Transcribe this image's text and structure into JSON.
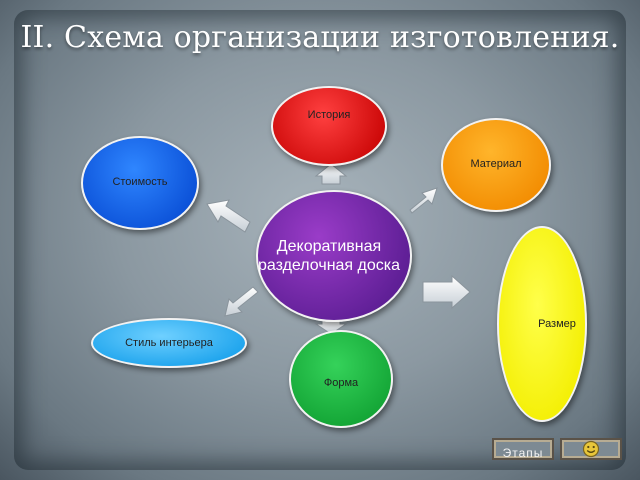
{
  "title": "II. Схема организации изготовления.",
  "center": {
    "label": "Декоративная разделочная доска"
  },
  "nodes": {
    "history": "История",
    "material": "Материал",
    "cost": "Стоимость",
    "size": "Размер",
    "style": "Стиль интерьера",
    "form": "Форма"
  },
  "nav": {
    "stages_label": "Этапы",
    "smile_icon": "smiley-icon"
  },
  "colors": {
    "center": "#6a23a0",
    "history": "#e01414",
    "material": "#f7a000",
    "cost": "#1260e6",
    "size": "#f6f200",
    "style": "#2eb2f2",
    "form": "#1fb540"
  }
}
